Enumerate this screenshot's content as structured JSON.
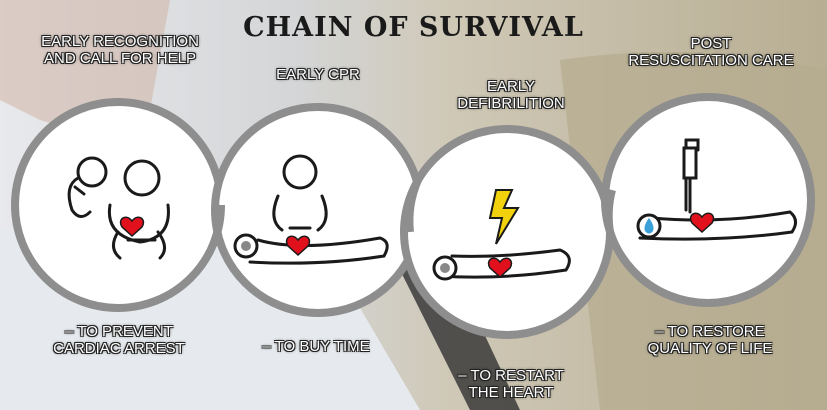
{
  "title": "CHAIN OF SURVIVAL",
  "steps": [
    {
      "heading": [
        "EARLY RECOGNITION",
        "AND CALL FOR HELP"
      ],
      "caption": [
        "– TO PREVENT",
        "CARDIAC ARREST"
      ],
      "icon": "person-phone-heart-icon"
    },
    {
      "heading": [
        "EARLY CPR"
      ],
      "caption": [
        "– TO BUY TIME"
      ],
      "icon": "cpr-compression-icon"
    },
    {
      "heading": [
        "EARLY",
        "DEFIBRILITION"
      ],
      "caption": [
        "– TO RESTART",
        "THE HEART"
      ],
      "icon": "defibrillation-lightning-icon"
    },
    {
      "heading": [
        "POST",
        "RESUSCITATION CARE"
      ],
      "caption": [
        "– TO RESTORE",
        "QUALITY OF LIFE"
      ],
      "icon": "iv-drip-patient-icon"
    }
  ],
  "colors": {
    "ring": "#8e8e8e",
    "heart": "#e0101d",
    "bolt": "#f2d20c",
    "drop": "#3aa0d8",
    "line": "#1a1a1a"
  }
}
